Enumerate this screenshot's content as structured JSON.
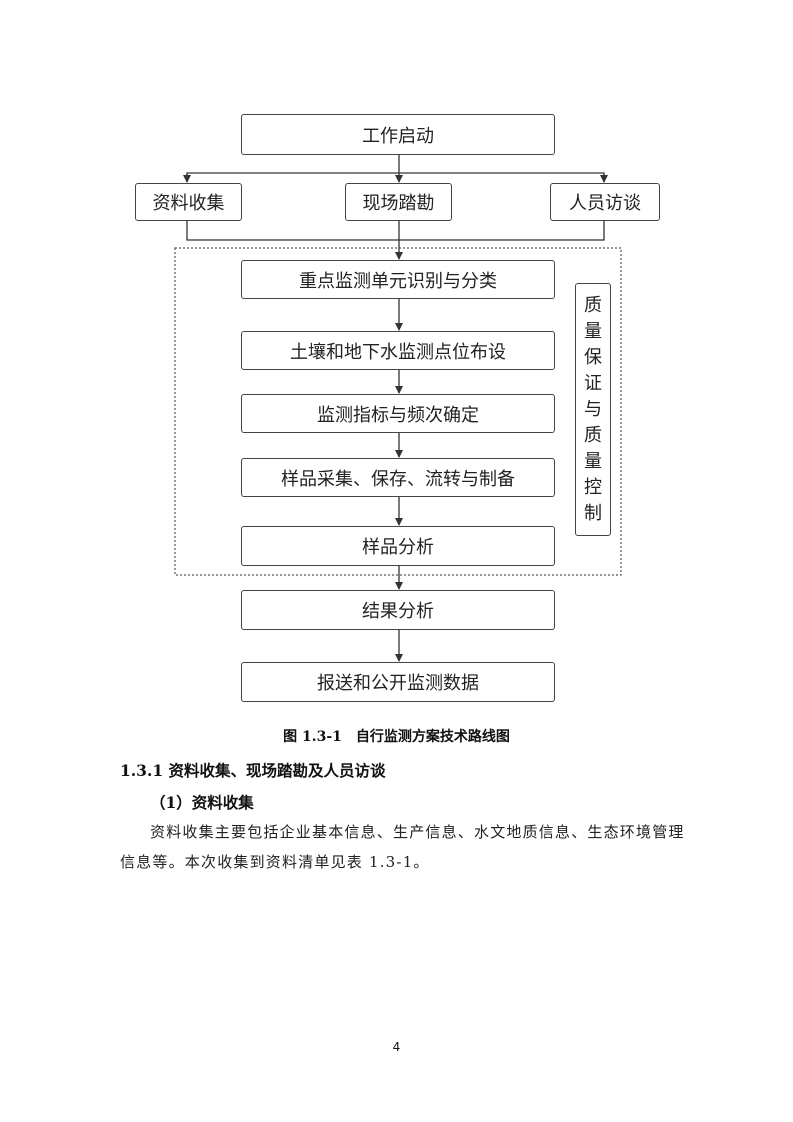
{
  "flowchart": {
    "start": "工作启动",
    "branches": [
      "资料收集",
      "现场踏勘",
      "人员访谈"
    ],
    "steps": [
      "重点监测单元识别与分类",
      "土壤和地下水监测点位布设",
      "监测指标与频次确定",
      "样品采集、保存、流转与制备",
      "样品分析"
    ],
    "after": [
      "结果分析",
      "报送和公开监测数据"
    ],
    "quality": [
      "质",
      "量",
      "保",
      "证",
      "与",
      "质",
      "量",
      "控",
      "制"
    ]
  },
  "caption": "图 1.3-1　自行监测方案技术路线图",
  "heading": "1.3.1 资料收集、现场踏勘及人员访谈",
  "subheading": "（1）资料收集",
  "paragraph": [
    "资料收集主要包括企业基本信息、生产信息、水文地质信息、生态环境管理",
    "信息等。本次收集到资料清单见表 1.3-1。"
  ],
  "page_number": "4"
}
